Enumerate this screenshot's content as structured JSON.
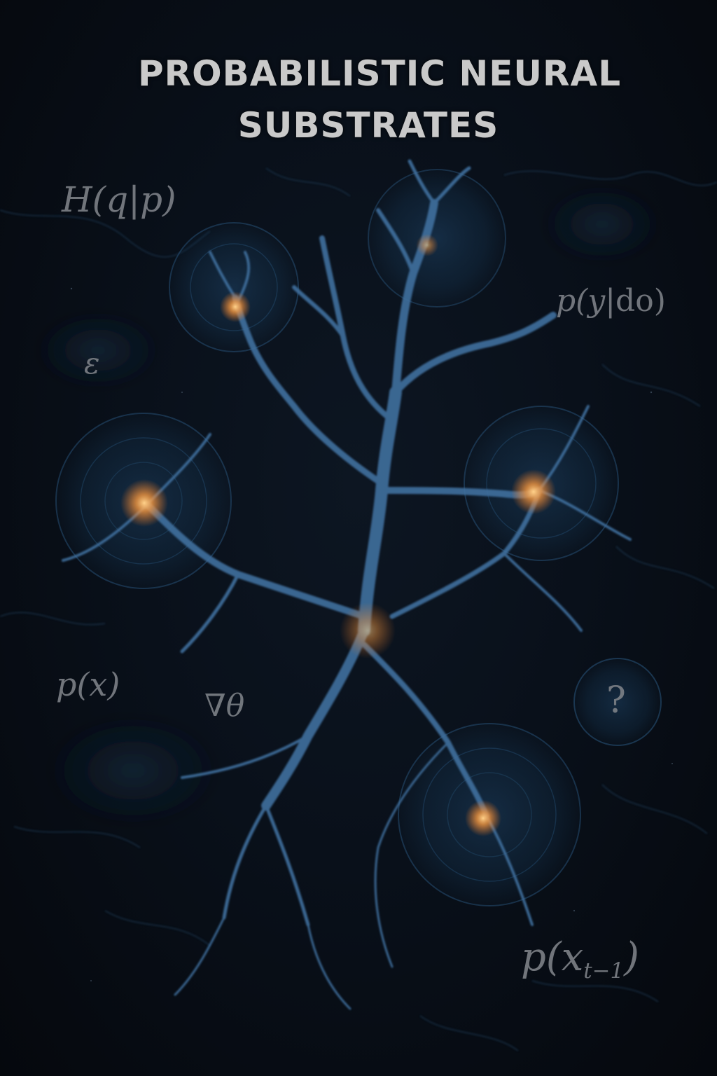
{
  "title": {
    "line1": "PROBABILISTIC NEURAL",
    "line2": "SUBSTRATES"
  },
  "formulas": {
    "entropy": {
      "a": "H(q",
      "sep": "|",
      "b": "p)"
    },
    "epsilon": "ε",
    "intervention": {
      "a": "p(y",
      "sep": "|",
      "b": "do)"
    },
    "px": "p(x)",
    "gradient": "∇θ",
    "question": "?",
    "transition": {
      "a": "p(x",
      "sub": "t−1",
      "b": ")"
    }
  },
  "colors": {
    "background": "#070b12",
    "dendrite": "#3f6f9e",
    "glow_core": "#ffb347",
    "halo": "#1d4c74",
    "title": "#c9c9c9",
    "formula": "#7d8187"
  }
}
